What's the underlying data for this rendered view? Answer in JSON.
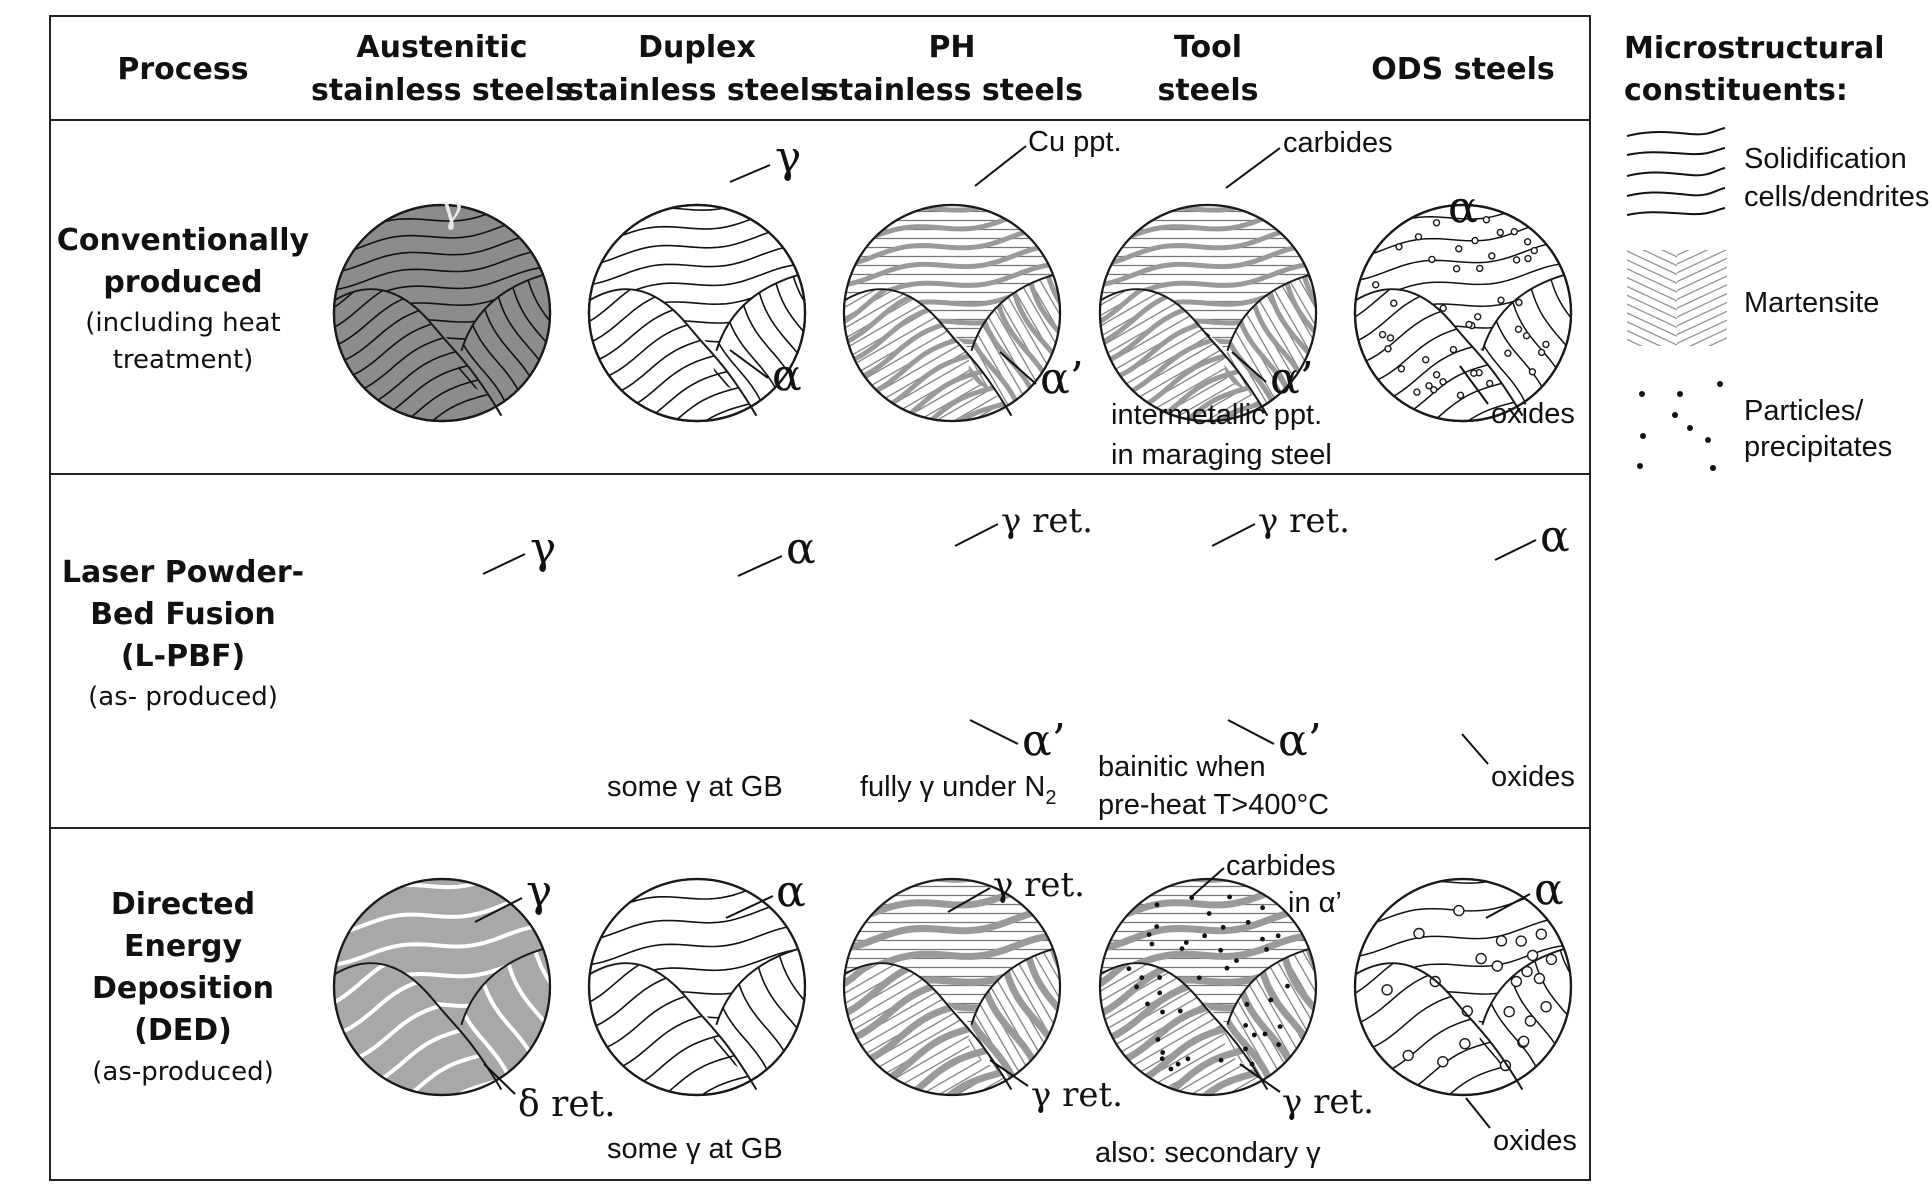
{
  "headers": {
    "process": "Process",
    "columns": [
      [
        "Austenitic",
        "stainless steels"
      ],
      [
        "Duplex",
        "stainless steels"
      ],
      [
        "PH",
        "stainless steels"
      ],
      [
        "Tool",
        "steels"
      ],
      [
        "ODS steels"
      ]
    ]
  },
  "rows": [
    {
      "title": [
        "Conventionally",
        "produced"
      ],
      "note": [
        "(including heat",
        "treatment)"
      ]
    },
    {
      "title": [
        "Laser Powder-",
        "Bed Fusion",
        "(L-PBF)"
      ],
      "note": [
        "(as- produced)"
      ]
    },
    {
      "title": [
        "Directed",
        "Energy",
        "Deposition",
        "(DED)"
      ],
      "note": [
        "(as-produced)"
      ]
    }
  ],
  "annotations": {
    "r0_c0_gamma": "γ",
    "r0_c1_gamma": "γ",
    "r0_c1_alpha": "α",
    "r0_c2_cu": "Cu ppt.",
    "r0_c2_alphap": "α’",
    "r0_c3_carbides": "carbides",
    "r0_c3_alphap": "α’",
    "r0_c3_note1": "intermetallic ppt.",
    "r0_c3_note2": "in maraging steel",
    "r0_c4_alpha": "α",
    "r0_c4_oxides": "oxides",
    "r1_c0_gamma": "γ",
    "r1_c1_alpha": "α",
    "r1_c1_note": "some γ at GB",
    "r1_c2_gret": "γ ret.",
    "r1_c2_alphap": "α’",
    "r1_c2_note": "fully γ under N",
    "r1_c2_note_sub": "2",
    "r1_c3_gret": "γ ret.",
    "r1_c3_alphap": "α’",
    "r1_c3_note1": "bainitic when",
    "r1_c3_note2": "pre-heat T>400°C",
    "r1_c4_alpha": "α",
    "r1_c4_oxides": "oxides",
    "r2_c0_gamma": "γ",
    "r2_c0_dret": "δ ret.",
    "r2_c1_alpha": "α",
    "r2_c1_note": "some γ at GB",
    "r2_c2_gret1": "γ ret.",
    "r2_c2_gret2": "γ ret.",
    "r2_c3_carb1": "carbides",
    "r2_c3_carb2": "in α’",
    "r2_c3_gret": "γ ret.",
    "r2_c3_note": "also: secondary γ",
    "r2_c4_alpha": "α",
    "r2_c4_oxides": "oxides"
  },
  "legend": {
    "title": [
      "Microstructural",
      "constituents:"
    ],
    "items": [
      {
        "icon": "wavy-lines-icon",
        "label": [
          "Solidification",
          "cells/dendrites"
        ]
      },
      {
        "icon": "martensite-hatch-icon",
        "label": [
          "Martensite"
        ]
      },
      {
        "icon": "dots-icon",
        "label": [
          "Particles/",
          "precipitates"
        ]
      }
    ]
  },
  "colors": {
    "grey_fill": "#a8a8a8",
    "dark_grey": "#8c8c8c",
    "line": "#1a1a1a",
    "precipitate_orange": "#d9541e"
  }
}
